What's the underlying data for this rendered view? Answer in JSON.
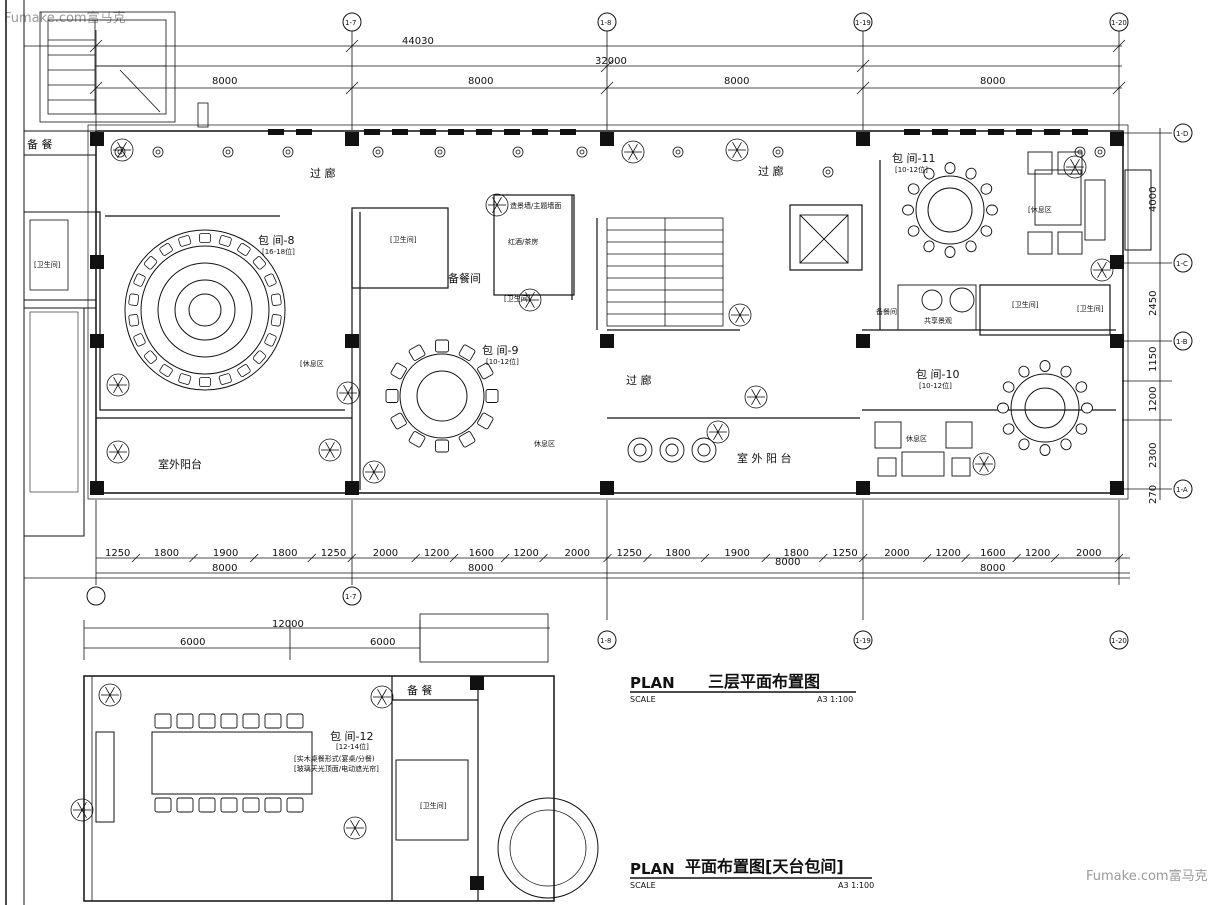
{
  "watermark": {
    "top_left": "Fumake.com富马克",
    "bottom_right": "Fumake.com富马克"
  },
  "axes": {
    "a7": "1-7",
    "a8": "1-8",
    "a19": "1-19",
    "a20": "1-20",
    "ra": "1-A",
    "rb": "1-B",
    "rc": "1-C",
    "rd": "1-D"
  },
  "top_dims": {
    "total": "44030",
    "overall": "32000",
    "bays": [
      "8000",
      "8000",
      "8000",
      "8000"
    ]
  },
  "right_dims": [
    "4000",
    "2450",
    "1150",
    "1200",
    "2300",
    "270"
  ],
  "bottom_dims": {
    "sub": [
      "1250",
      "1800",
      "1900",
      "1800",
      "1250",
      "2000",
      "1200",
      "1600",
      "1200",
      "2000",
      "1250",
      "1800",
      "1900",
      "1800",
      "1250",
      "2000",
      "1200",
      "1600",
      "1200",
      "2000"
    ],
    "bays": [
      "8000",
      "8000",
      "8000",
      "8000"
    ]
  },
  "rooms": {
    "corridor": "过      廊",
    "corridor2": "过      廊",
    "corridor3": "过      廊",
    "room8": "包  间-8",
    "room8_seats": "[16-18位]",
    "room9": "包  间-9",
    "room9_seats": "[10-12位]",
    "room10": "包  间-10",
    "room10_seats": "[10-12位]",
    "room11": "包  间-11",
    "room11_seats": "[10-12位]",
    "pantry_left": "备 餐",
    "pantry_mid": "备餐间",
    "pantry_right": "备餐间",
    "restroom_left": "[卫生间]",
    "restroom_a": "[卫生间]",
    "restroom_b": "[卫生间]",
    "restroom_c": "[卫生间]",
    "restroom_d": "[卫生间]",
    "lounge_8": "[休息区",
    "lounge_9": "休息区",
    "lounge_10": "休息区",
    "lounge_11": "[休息区",
    "terrace_left": "室外阳台",
    "terrace_right": "室  外  阳  台",
    "shared": "共享景观",
    "tea": "红酒/茶房",
    "feature_wall": "造景墙/主题墙面"
  },
  "lower_plan": {
    "dim_total": "12000",
    "dim_halves": [
      "6000",
      "6000"
    ],
    "pantry": "备 餐",
    "room12": "包  间-12",
    "room12_seats": "[12-14位]",
    "note1": "[实木桌餐形式(宴桌/分餐)",
    "note2": "[玻璃天光顶面/电动遮光帘]",
    "restroom": "[卫生间]"
  },
  "titles": {
    "t1_plan": "PLAN",
    "t1_name": "三层平面布置图",
    "t1_scale": "SCALE",
    "t1_ratio": "A3 1:100",
    "t2_plan": "PLAN",
    "t2_name": "平面布置图[天台包间]",
    "t2_scale": "SCALE",
    "t2_ratio": "A3 1:100"
  }
}
